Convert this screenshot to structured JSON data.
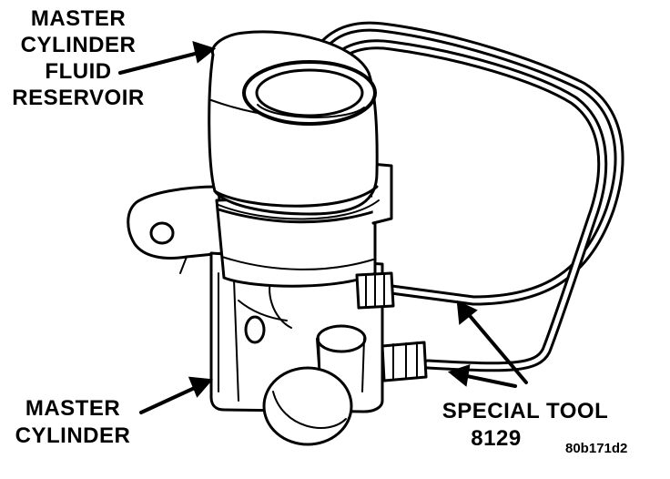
{
  "labels": {
    "reservoir_line1": "MASTER",
    "reservoir_line2": "CYLINDER",
    "reservoir_line3": "FLUID",
    "reservoir_line4": "RESERVOIR",
    "cylinder_line1": "MASTER",
    "cylinder_line2": "CYLINDER",
    "tool_line1": "SPECIAL TOOL",
    "tool_line2": "8129",
    "figure_code": "80b171d2"
  },
  "colors": {
    "ink": "#000000",
    "paper": "#ffffff"
  }
}
